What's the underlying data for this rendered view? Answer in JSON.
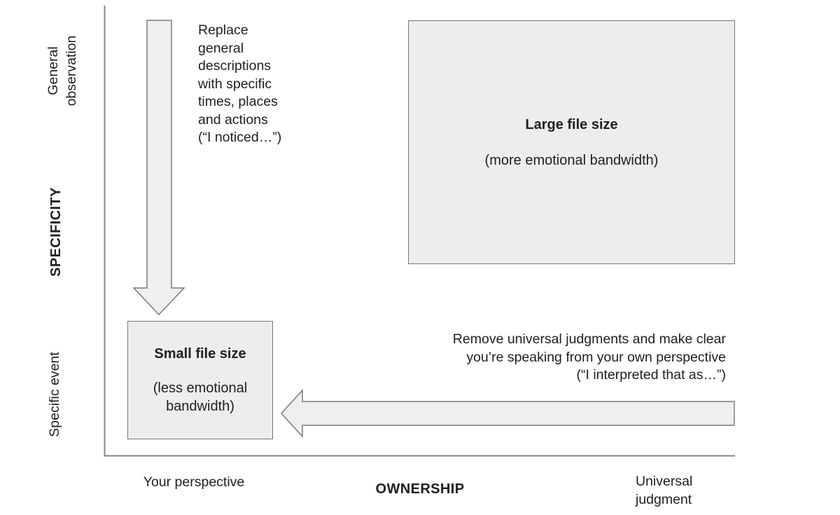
{
  "colors": {
    "background": "#ffffff",
    "text": "#212121",
    "axis_line": "#848484",
    "shape_fill": "#ededed",
    "arrow_fill": "#efefef",
    "shape_border": "#757575"
  },
  "y_axis": {
    "title": "SPECIFICITY",
    "top_label_line1": "General",
    "top_label_line2": "observation",
    "bottom_label": "Specific event"
  },
  "x_axis": {
    "title": "OWNERSHIP",
    "left_label": "Your perspective",
    "right_label_line1": "Universal",
    "right_label_line2": "judgment"
  },
  "boxes": {
    "large": {
      "title": "Large file size",
      "subtitle": "(more emotional bandwidth)"
    },
    "small": {
      "title": "Small file size",
      "subtitle_line1": "(less emotional",
      "subtitle_line2": "bandwidth)"
    }
  },
  "annotations": {
    "down_arrow_note": {
      "lines": [
        "Replace",
        "general",
        "descriptions",
        "with specific",
        "times, places",
        "and actions",
        "(“I noticed…”)"
      ]
    },
    "left_arrow_note": {
      "lines": [
        "Remove universal judgments and make clear",
        "you’re speaking from your own perspective",
        "(“I interpreted that as…”)"
      ]
    }
  }
}
